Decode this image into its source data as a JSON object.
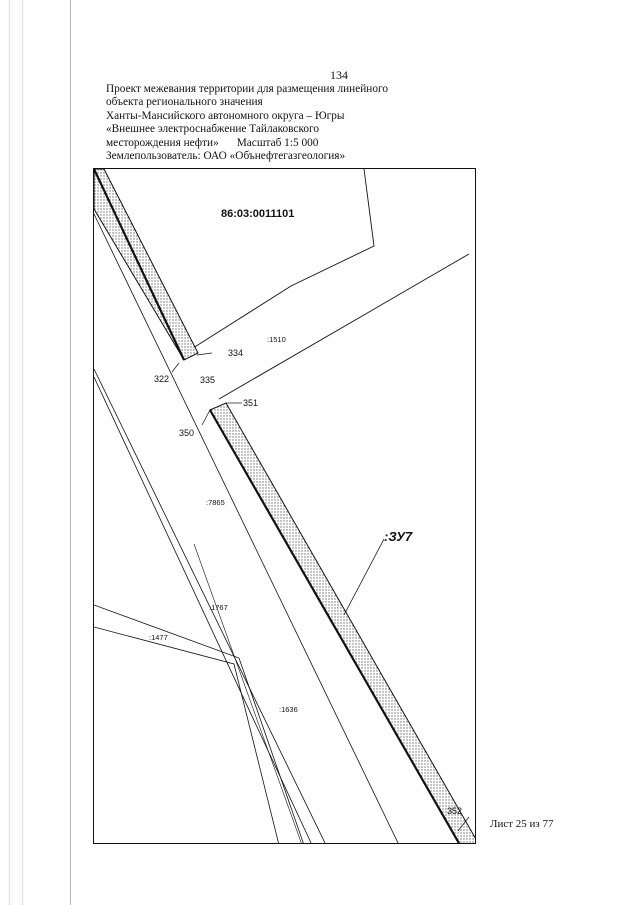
{
  "page_number": "134",
  "header": {
    "line1": "Проект межевания территории для размещения линейного",
    "line2": "объекта регионального значения",
    "line3": "Ханты-Мансийского автономного округа – Югры",
    "line4": "«Внешнее электроснабжение Тайлаковского",
    "line5_left": "месторождения нефти»",
    "line5_scale": "Масштаб 1:5 000",
    "line6": "Землепользователь: ОАО «Обънефтегазгеология»"
  },
  "map": {
    "cadastral_block": "86:03:0011101",
    "zone_label": ":ЗУ7",
    "parcels": [
      ":1510",
      ":7865",
      ":1767",
      ":1477",
      ":1636"
    ],
    "points": [
      "334",
      "322",
      "335",
      "351",
      "350",
      "352"
    ],
    "colors": {
      "line": "#111111",
      "hatch": "#6e6e6e",
      "paper": "#ffffff"
    }
  },
  "footer": {
    "sheet": "Лист 25 из 77"
  }
}
